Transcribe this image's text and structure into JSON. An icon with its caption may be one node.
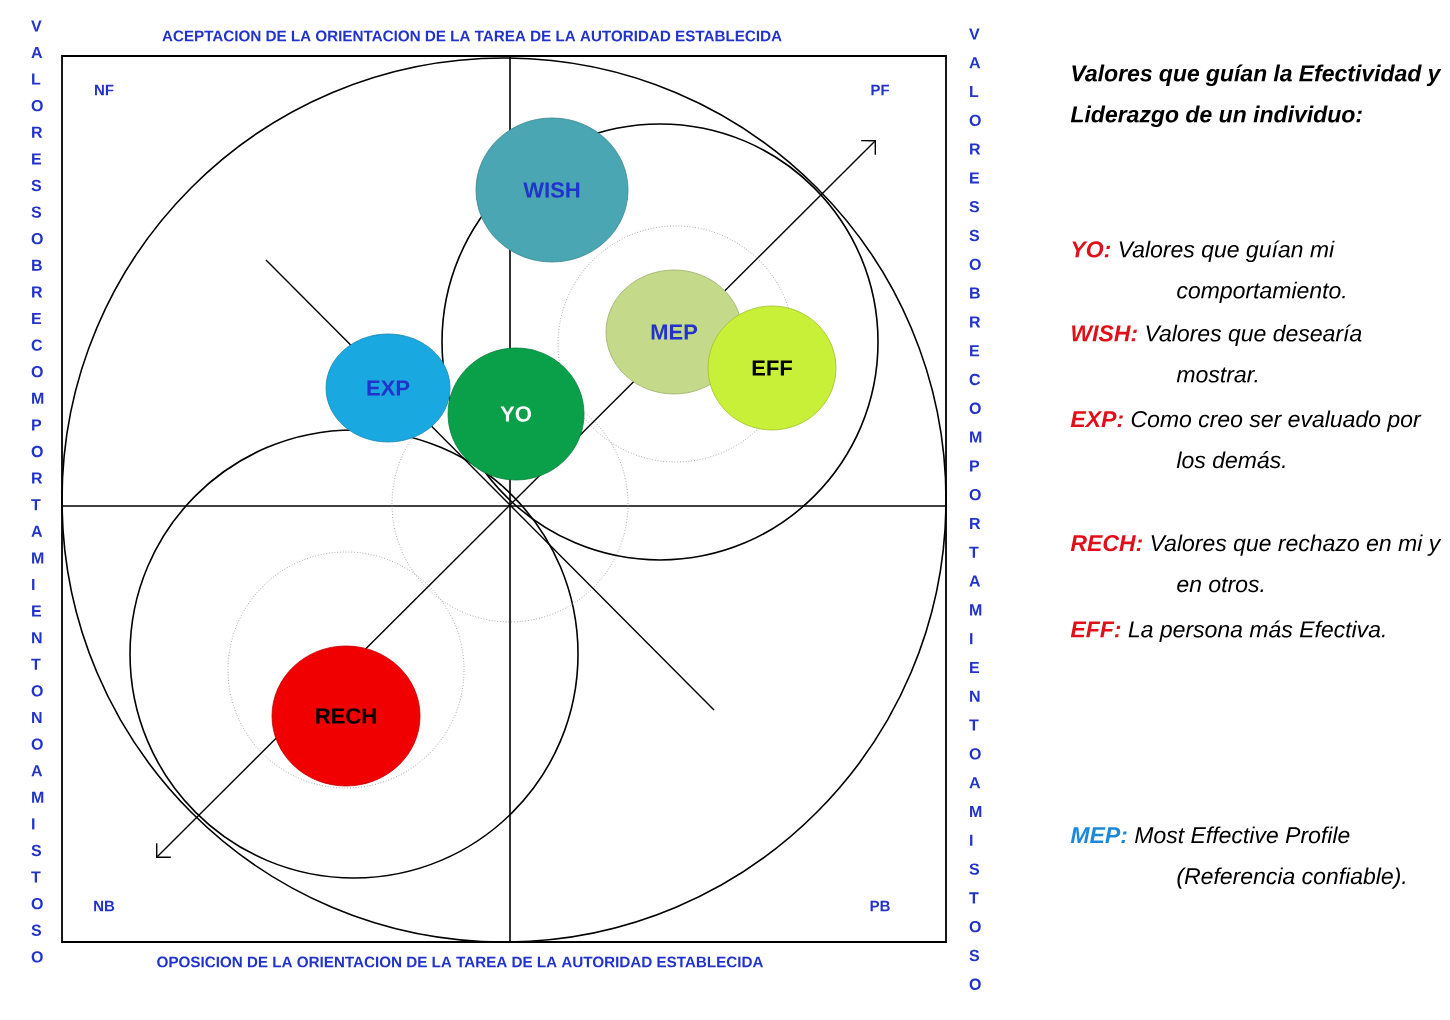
{
  "diagram": {
    "nodes": [
      {
        "text": [
          "WISH"
        ]
      },
      {
        "text": [
          "EXP"
        ]
      },
      {
        "text": [
          "YO"
        ]
      },
      {
        "text": [
          "MEP"
        ]
      },
      {
        "text": [
          "EFF"
        ]
      },
      {
        "text": [
          "RECH"
        ]
      }
    ],
    "labels": [
      "VALORES SOBRE COMPORTAMIENTO NO AMISTOSO",
      "ACEPTACION DE LA ORIENTACION DE LA TAREA DE LA AUTORIDAD ESTABLECIDA",
      "VALORES SOBRE COMPORTAMIENTO AMISTOSO",
      "Valores que guían la Efectividad y Liderazgo de un individuo:",
      "NF",
      "PF",
      "YO:",
      "Valores que guían mi comportamiento.",
      "WISH:",
      "Valores que desearía mostrar.",
      "EXP:",
      "Como creo ser evaluado por los demás.",
      "RECH:",
      "Valores que rechazo en mi y en otros.",
      "EFF:",
      "La persona más Efectiva.",
      "NB",
      "PB",
      "MEP:",
      "Most Effective Profile (Referencia confiable).",
      "OPOSICION DE LA ORIENTACION DE LA TAREA DE LA AUTORIDAD ESTABLECIDA"
    ]
  }
}
